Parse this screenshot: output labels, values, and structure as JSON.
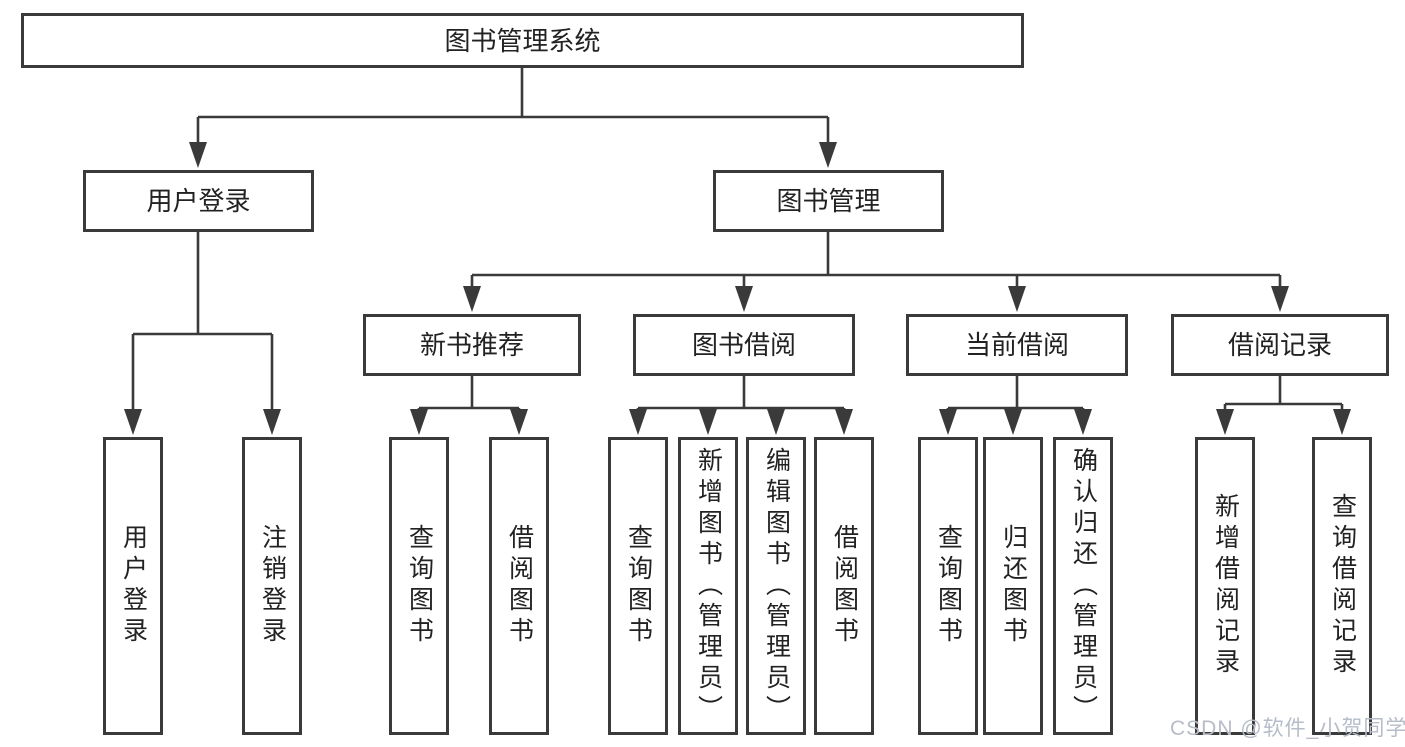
{
  "diagram": {
    "title": "图书管理系统",
    "nodes": {
      "root": "图书管理系统",
      "user_login": "用户登录",
      "book_mgmt": "图书管理",
      "new_book_rec": "新书推荐",
      "book_borrow": "图书借阅",
      "current_borrow": "当前借阅",
      "borrow_record": "借阅记录",
      "leaf_user_login": "用户登录",
      "leaf_logout": "注销登录",
      "leaf_query_book_1": "查询图书",
      "leaf_borrow_book_1": "借阅图书",
      "leaf_query_book_2": "查询图书",
      "leaf_add_book": "新增图书（管理员）",
      "leaf_edit_book": "编辑图书（管理员）",
      "leaf_borrow_book_2": "借阅图书",
      "leaf_query_book_3": "查询图书",
      "leaf_return_book": "归还图书",
      "leaf_confirm_return": "确认归还（管理员）",
      "leaf_add_record": "新增借阅记录",
      "leaf_query_record": "查询借阅记录"
    },
    "colors": {
      "line": "#3a3a3a",
      "text": "#222222",
      "background": "#ffffff",
      "watermark": "#b6bcc8"
    }
  },
  "watermark": "CSDN @软件_小贺同学"
}
